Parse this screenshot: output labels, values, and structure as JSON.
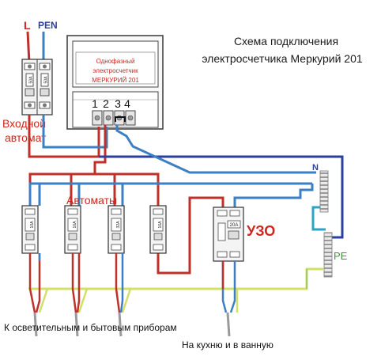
{
  "title": {
    "line1": "Схема подключения",
    "line2": "электросчетчика Меркурий 201"
  },
  "labels": {
    "L": "L",
    "PEN": "PEN",
    "input_breaker": [
      "Входной",
      "автомат"
    ],
    "breakers": "Автоматы",
    "rcd": "УЗО",
    "N": "N",
    "PE": "PE",
    "bottom_left": "К осветительным и бытовым приборам",
    "bottom_right": "На кухню и в ванную"
  },
  "meter": {
    "face_lines": [
      "Однофазный",
      "электросчетчик",
      "МЕРКУРИЙ 201"
    ],
    "terminals": [
      "1",
      "2",
      "3",
      "4"
    ]
  },
  "devices": {
    "input_breaker_ratings": [
      "50A",
      "50A"
    ],
    "branch_breaker_ratings": [
      "10A",
      "16A",
      "32A",
      "16A"
    ],
    "rcd_rating": "20A"
  },
  "colors": {
    "phase": "#c0302a",
    "neutral": "#3b7fc4",
    "neutral_dark": "#2a3f9e",
    "ground_yellow": "#d2e06a",
    "ground_green": "#73b36b",
    "title": "#1a1a1a",
    "red_label": "#d0261e",
    "blue_label": "#2a3f9e",
    "green_label": "#3a9a3a"
  }
}
